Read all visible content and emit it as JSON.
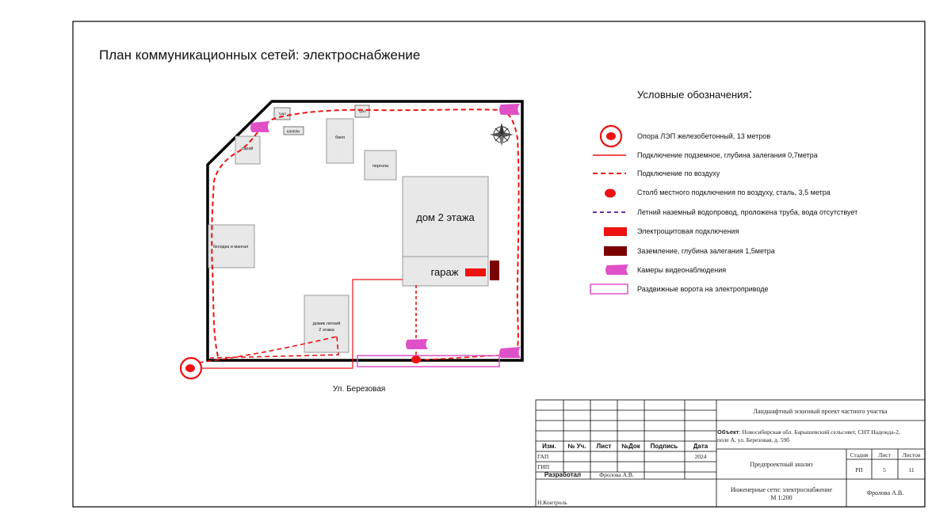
{
  "title": "План коммуникационных сетей: электроснабжение",
  "plan": {
    "buildings": {
      "house": "дом 2 этажа",
      "garage": "гараж",
      "bathhouse": "баня",
      "pergola": "пергола",
      "shed": "сарай",
      "gazebo": "беседка и мангал",
      "summer_house_line1": "домик летний",
      "summer_house_line2": "2 этажа",
      "swing": "качели",
      "tl_box": "туал",
      "tr_box": "туал"
    },
    "street": "Ул. Березовая"
  },
  "legend": {
    "title": "Условные обозначения",
    "title_colon": ":",
    "items": [
      {
        "icon": "power-pole-icon",
        "label": "Опора ЛЭП железобетонный, 13 метров"
      },
      {
        "icon": "underground-line-icon",
        "label": "Подключение подземное, глубина залегания 0,7метра"
      },
      {
        "icon": "overhead-line-icon",
        "label": "Подключение по воздуху"
      },
      {
        "icon": "steel-pole-icon",
        "label": "Столб местного подключения по воздуху, сталь, 3,5 метра"
      },
      {
        "icon": "water-pipe-icon",
        "label": "Летний наземный водопровод, проложена труба, вода отсутствует"
      },
      {
        "icon": "switchboard-icon",
        "label": "Электрощитовая подключения"
      },
      {
        "icon": "grounding-icon",
        "label": "Заземление, глубина залегания 1,5метра"
      },
      {
        "icon": "camera-icon",
        "label": "Камеры видеонаблюдения"
      },
      {
        "icon": "gate-icon",
        "label": "Раздвижные ворота на электроприводе"
      }
    ],
    "colors": {
      "red": "#ee1111",
      "dark_red": "#7a0000",
      "magenta": "#e050c8",
      "purple": "#7030a0"
    }
  },
  "title_block": {
    "headers": [
      "Изм.",
      "№ Уч.",
      "Лист",
      "№Док",
      "Подпись",
      "Дата"
    ],
    "gap": "ГАП",
    "gap_date": "2024",
    "gip": "ГИП",
    "developed_label": "Разработал",
    "developed_name": "Фролова А.В.",
    "control": "Н.Контроль",
    "project_title": "Ландшафтный эскизный проект частного участка",
    "object_label": "Объект",
    "object_text": ": Новосибирская обл. Барышевский сельсовет, СНТ Надежда-2,",
    "object_text2": "поле А, ул. Березовая, д. 59б",
    "stage_name": "Предпроектный анализ",
    "stage_headers": [
      "Стадия",
      "Лист",
      "Листов"
    ],
    "stage_values": [
      "РП",
      "5",
      "11"
    ],
    "sheet_name_line1": "Инженерные сети: электроснабжение",
    "sheet_name_line2": "М 1:200",
    "author": "Фролова А.В."
  }
}
